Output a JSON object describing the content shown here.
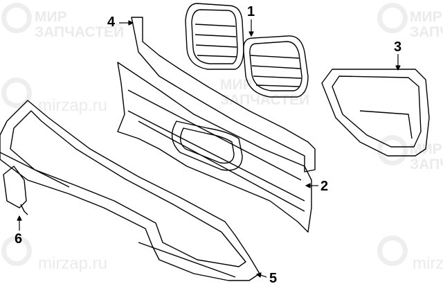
{
  "watermark": {
    "line1": "МИР",
    "line2": "ЗАПЧАСТЕЙ",
    "line2_short": "ЗАПЧ",
    "url": "mirzap.ru"
  },
  "callouts": [
    {
      "num": "1",
      "part": "grille"
    },
    {
      "num": "2",
      "part": "grille-support-frame"
    },
    {
      "num": "3",
      "part": "fog-lamp-bezel"
    },
    {
      "num": "4",
      "part": "upper-trim-strip"
    },
    {
      "num": "5",
      "part": "lower-bumper-cover"
    },
    {
      "num": "6",
      "part": "side-bracket"
    }
  ]
}
